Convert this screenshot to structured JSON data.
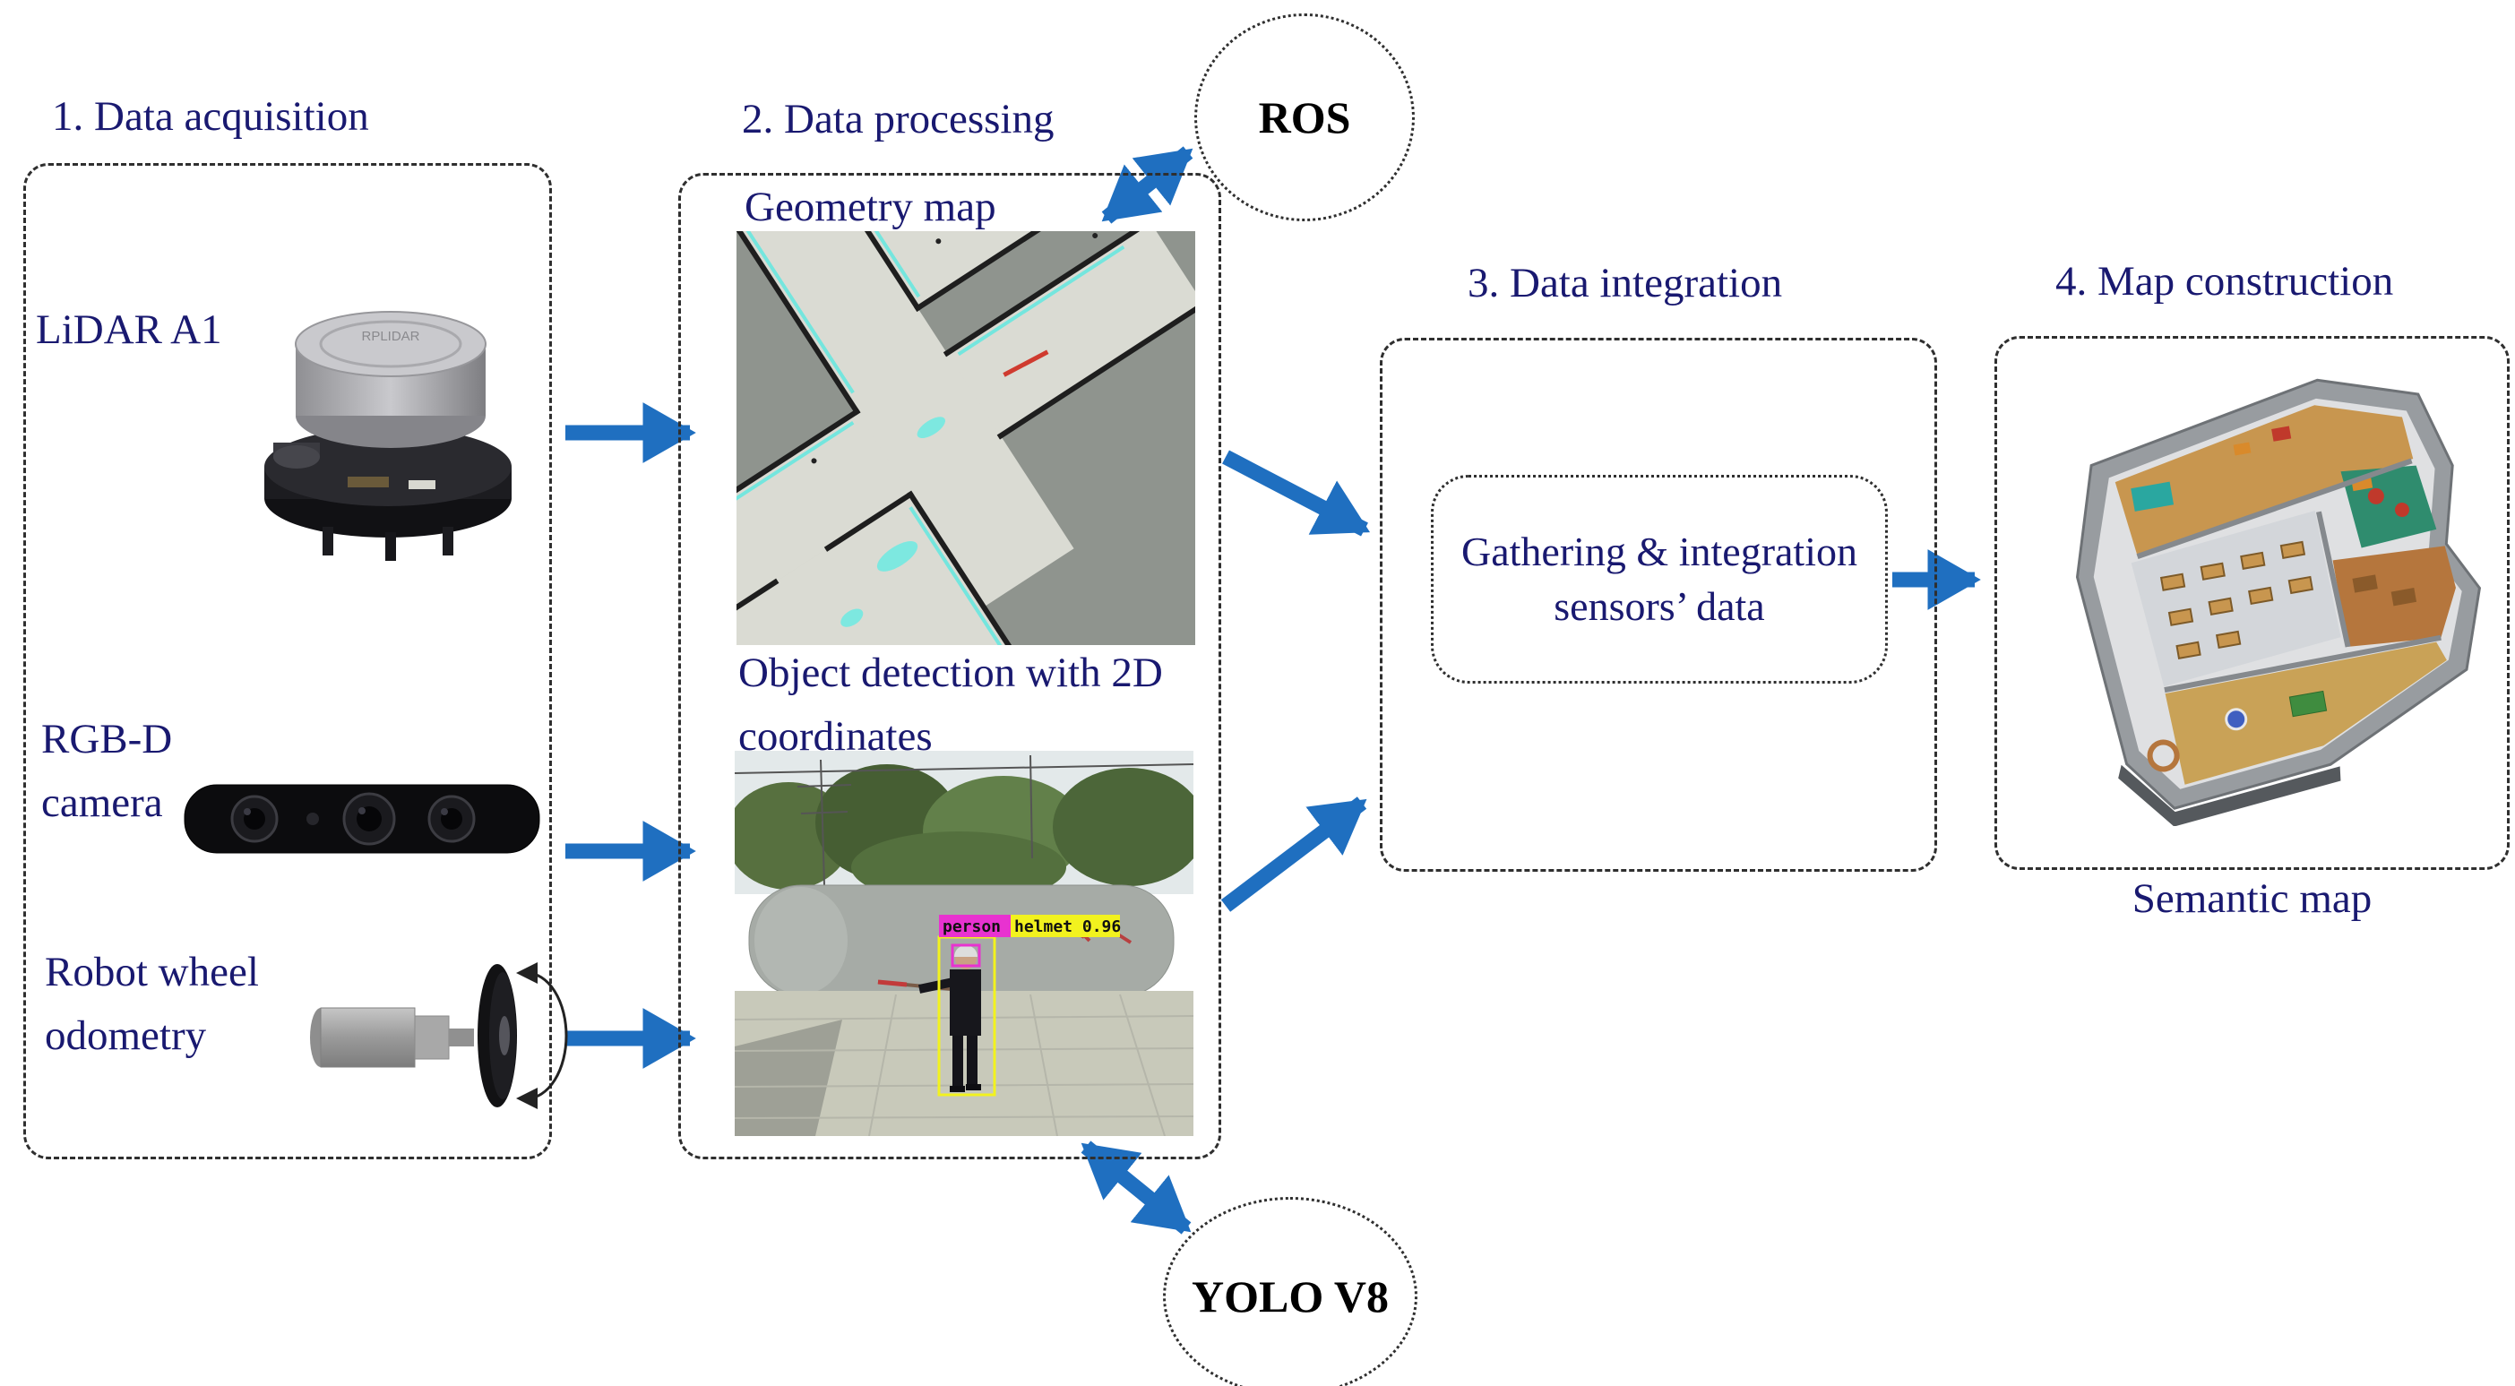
{
  "colors": {
    "label_text": "#191970",
    "arrow_blue": "#1f6fc0",
    "border_dark": "#2f2f2f",
    "detection_person_color": "#e832d0",
    "detection_helmet_color": "#f2f21e"
  },
  "stage1": {
    "title": "1. Data acquisition",
    "lidar_label": "LiDAR A1",
    "lidar_brand": "RPLIDAR",
    "camera_label": [
      "RGB-D",
      "camera"
    ],
    "odometry_label": [
      "Robot wheel",
      "odometry"
    ]
  },
  "stage2": {
    "title": "2. Data processing",
    "geometry_map_label": "Geometry map",
    "object_detection_label": [
      "Object detection with 2D",
      "coordinates"
    ],
    "detection": {
      "person_label": "person",
      "helmet_label": "helmet 0.96"
    }
  },
  "stage3": {
    "title": "3. Data integration",
    "integration_box": [
      "Gathering & integration",
      "sensors’ data"
    ]
  },
  "stage4": {
    "title": "4. Map construction",
    "caption": "Semantic map"
  },
  "nodes": {
    "ros": "ROS",
    "yolo": "YOLO V8"
  }
}
